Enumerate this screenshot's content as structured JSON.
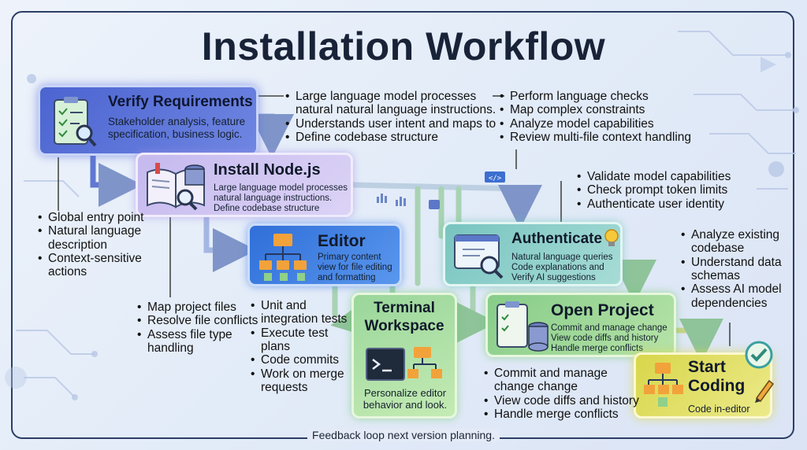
{
  "title": "Installation Workflow",
  "nodes": {
    "verify": {
      "title": "Verify Requirements",
      "desc": "Stakeholder analysis, feature specification, business logic."
    },
    "node": {
      "title": "Install Node.js",
      "desc": "Large language model processes natural language instructions. Define codebase structure"
    },
    "editor": {
      "title": "Editor",
      "desc": "Primary content view for file editing and formatting"
    },
    "terminal": {
      "title": "Terminal Workspace",
      "desc": "Personalize editor behavior and look."
    },
    "auth": {
      "title": "Authenticate",
      "desc": "Natural language queries Code explanations and Verify AI suggestions"
    },
    "project": {
      "title": "Open Project",
      "desc": "Commit and manage change View code diffs and history Handle merge conflicts"
    },
    "start": {
      "title": "Start Coding",
      "desc": "Code in-editor"
    }
  },
  "lists": {
    "top_mid": [
      "Large language model processes natural natural language instructions.",
      "Understands user intent and maps to",
      "Define codebase structure"
    ],
    "top_right": [
      "Perform language checks",
      "Map complex constraints",
      "Analyze model capabilities",
      "Review multi-file context handling"
    ],
    "mid_right": [
      "Validate model capabilities",
      "Check prompt token limits",
      "Authenticate user identity"
    ],
    "far_right": [
      "Analyze existing codebase",
      "Understand data schemas",
      "Assess AI model dependencies"
    ],
    "left": [
      "Global entry point",
      "Natural language description",
      "Context-sensitive actions"
    ],
    "files": [
      "Map project files",
      "Resolve file conflicts",
      "Assess file type handling"
    ],
    "tests": [
      "Unit and integration tests",
      "Execute test plans",
      "Code commits",
      "Work on merge requests"
    ],
    "changes": [
      "Commit and manage change change",
      "View code diffs and history",
      "Handle merge conflicts"
    ]
  },
  "footer": "Feedback loop next version planning.",
  "icons": [
    "clipboard-checklist-icon",
    "open-book-database-icon",
    "folder-tree-icon",
    "terminal-folder-icon",
    "chat-window-magnifier-icon",
    "lightbulb-icon",
    "clipboard-database-icon",
    "checkmark-badge-icon",
    "pencil-icon",
    "code-tag-icon",
    "bar-chart-icon",
    "image-icon"
  ],
  "colors": {
    "verify": "#4a6bd6",
    "node": "#b6a8e8",
    "editor": "#3f7fe0",
    "terminal": "#8fd08a",
    "auth": "#7fc7c4",
    "project": "#8fd08a",
    "start": "#e3e05a",
    "frame": "#2c3e66"
  }
}
